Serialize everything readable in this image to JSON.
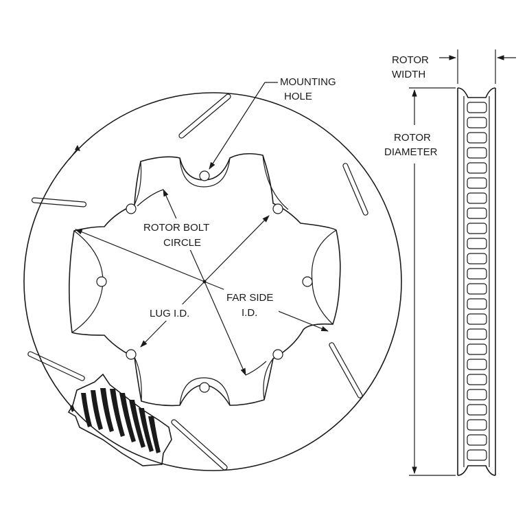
{
  "labels": {
    "mounting_hole_1": "MOUNTING",
    "mounting_hole_2": "HOLE",
    "bolt_circle_1": "ROTOR BOLT",
    "bolt_circle_2": "CIRCLE",
    "far_side_1": "FAR SIDE",
    "far_side_2": "I.D.",
    "lug_id": "LUG I.D.",
    "rotor_width_1": "ROTOR",
    "rotor_width_2": "WIDTH",
    "rotor_diameter_1": "ROTOR",
    "rotor_diameter_2": "DIAMETER"
  },
  "icons": {
    "rotation_arrow": "rotation-direction-arrow-icon"
  },
  "colors": {
    "line": "#1a1a1a",
    "background": "#ffffff"
  }
}
